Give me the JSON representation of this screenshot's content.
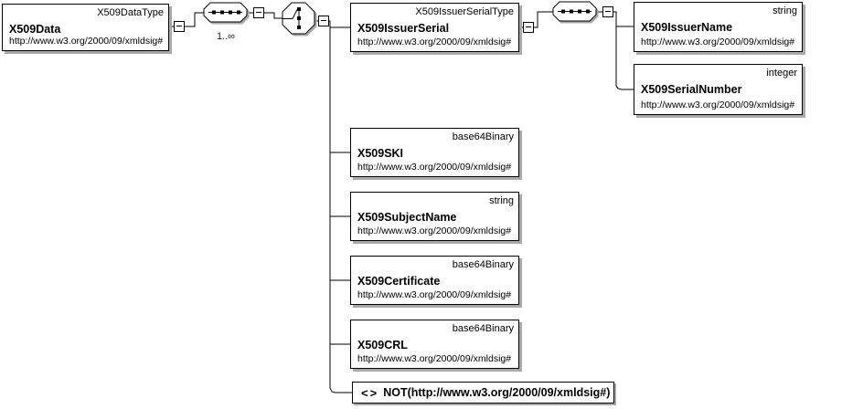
{
  "nodes": {
    "x509data": {
      "name": "X509Data",
      "type": "X509DataType",
      "ns": "http://www.w3.org/2000/09/xmldsig#"
    },
    "x509issuerserial": {
      "name": "X509IssuerSerial",
      "type": "X509IssuerSerialType",
      "ns": "http://www.w3.org/2000/09/xmldsig#"
    },
    "x509ski": {
      "name": "X509SKI",
      "type": "base64Binary",
      "ns": "http://www.w3.org/2000/09/xmldsig#"
    },
    "x509subjectname": {
      "name": "X509SubjectName",
      "type": "string",
      "ns": "http://www.w3.org/2000/09/xmldsig#"
    },
    "x509certificate": {
      "name": "X509Certificate",
      "type": "base64Binary",
      "ns": "http://www.w3.org/2000/09/xmldsig#"
    },
    "x509crl": {
      "name": "X509CRL",
      "type": "base64Binary",
      "ns": "http://www.w3.org/2000/09/xmldsig#"
    },
    "x509issuername": {
      "name": "X509IssuerName",
      "type": "string",
      "ns": "http://www.w3.org/2000/09/xmldsig#"
    },
    "x509serialnumber": {
      "name": "X509SerialNumber",
      "type": "integer",
      "ns": "http://www.w3.org/2000/09/xmldsig#"
    }
  },
  "sequence": {
    "cardinality": "1..∞"
  },
  "wildcard": {
    "bracket_left": "<",
    "bracket_right": ">",
    "label": "NOT(http://www.w3.org/2000/09/xmldsig#)"
  },
  "colors": {
    "background": "#ffffff",
    "line": "#000000",
    "box_border": "#000000",
    "shadow": "#a9a9a9",
    "text": "#000000"
  }
}
